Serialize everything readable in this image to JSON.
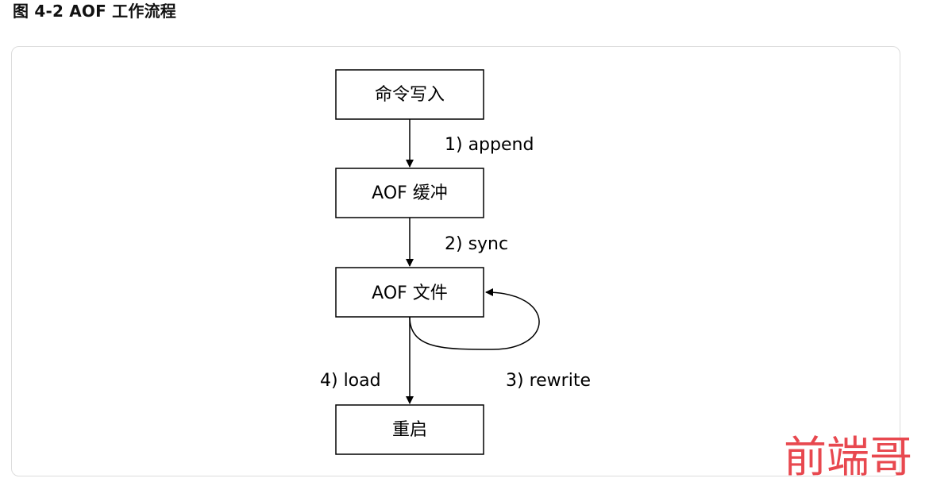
{
  "figure": {
    "caption": "图 4-2 AOF 工作流程"
  },
  "diagram": {
    "nodes": {
      "command_write": "命令写入",
      "aof_buffer": "AOF 缓冲",
      "aof_file": "AOF 文件",
      "restart": "重启"
    },
    "edges": {
      "append": "1) append",
      "sync": "2) sync",
      "rewrite": "3) rewrite",
      "load": "4) load"
    }
  },
  "watermark": {
    "text": "前端哥",
    "color": "#e8484f"
  }
}
